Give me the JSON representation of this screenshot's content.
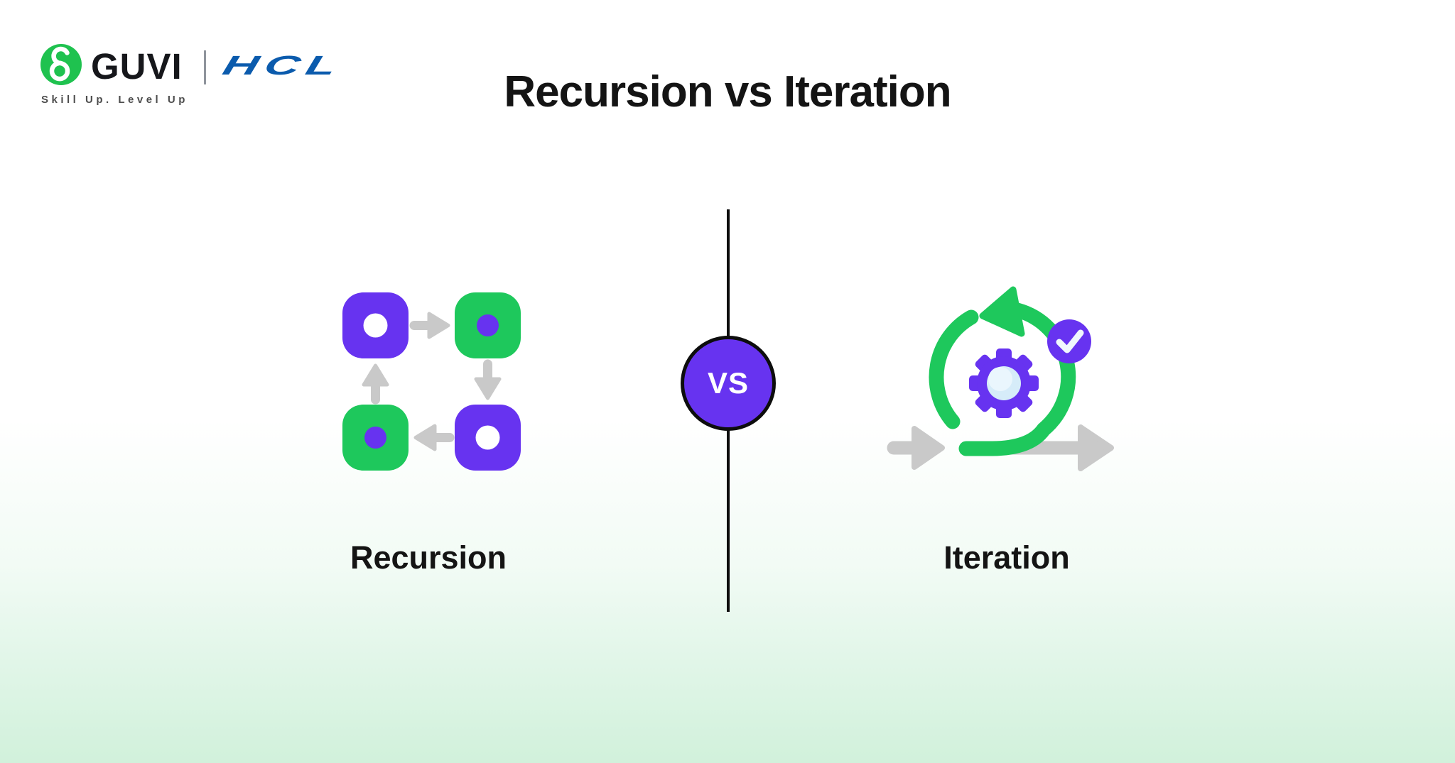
{
  "brand": {
    "guvi_name": "GUVI",
    "hcl_name": "HCL",
    "tagline": "Skill Up. Level Up"
  },
  "header": {
    "title": "Recursion vs Iteration"
  },
  "comparison": {
    "vs_label": "VS",
    "left": {
      "label": "Recursion",
      "icon": "recursion-cycle-icon"
    },
    "right": {
      "label": "Iteration",
      "icon": "iteration-loop-icon"
    }
  },
  "colors": {
    "purple": "#6733f0",
    "green": "#1ec85c",
    "logo-green": "#1fc24f",
    "hcl-blue": "#0b5bad",
    "arrow-gray": "#c9c9c9",
    "text-dark": "#141414",
    "tagline-gray": "#4d4d4d",
    "gear-center-blue": "#d6ecf9",
    "gear-center-highlight": "#eaf6fd",
    "bg-bottom-green": "#d1f1db",
    "line-black": "#0d0d0d"
  }
}
